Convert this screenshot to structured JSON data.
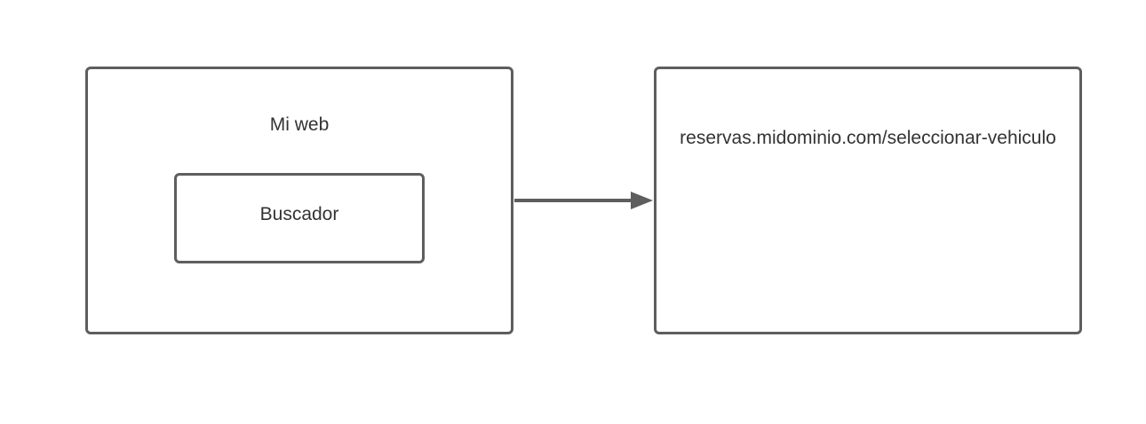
{
  "nodes": {
    "mi_web": {
      "label": "Mi web"
    },
    "buscador": {
      "label": "Buscador"
    },
    "reservas": {
      "label": "reservas.midominio.com/seleccionar-vehiculo"
    }
  },
  "edges": [
    {
      "from": "mi_web",
      "to": "reservas"
    }
  ],
  "colors": {
    "stroke": "#5e5e5e",
    "text": "#333333",
    "background": "#ffffff"
  }
}
